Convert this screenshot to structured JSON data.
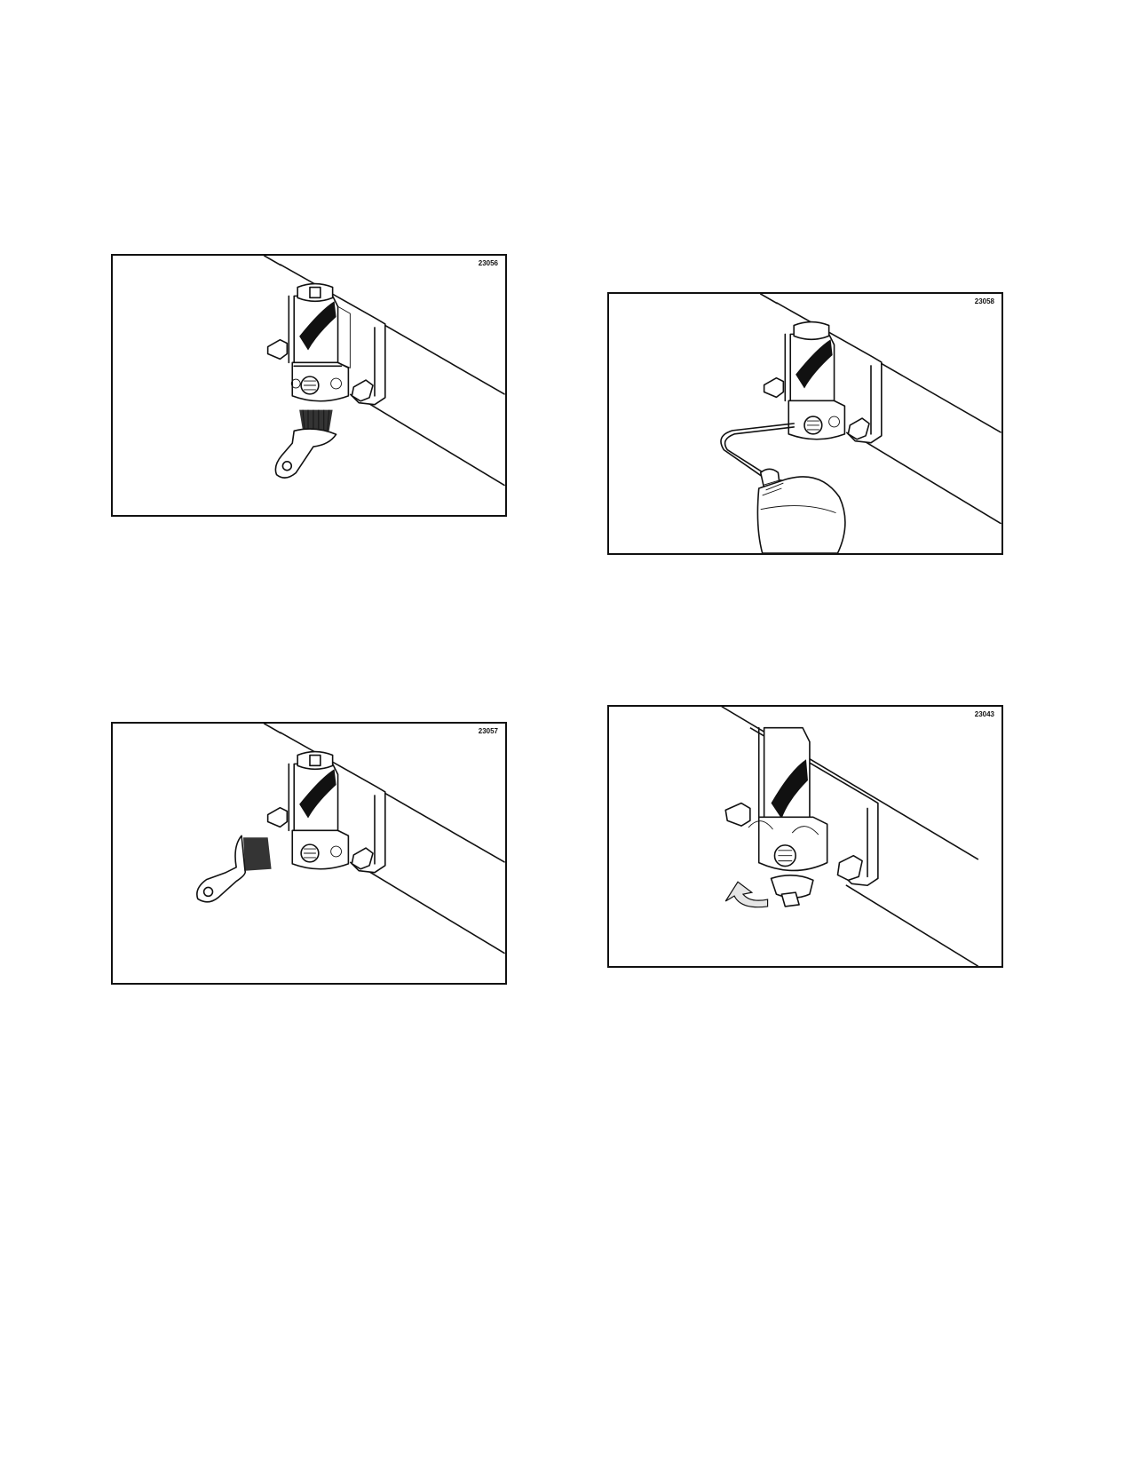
{
  "figures": [
    {
      "id": "23056",
      "scene": "brush-below-nozzle"
    },
    {
      "id": "23058",
      "scene": "oil-bottle"
    },
    {
      "id": "23057",
      "scene": "brush-side-nozzle"
    },
    {
      "id": "23043",
      "scene": "rotate-cap"
    }
  ]
}
